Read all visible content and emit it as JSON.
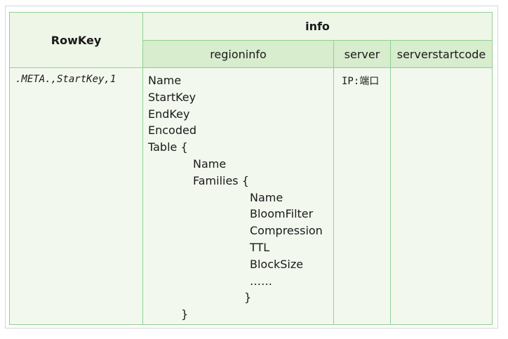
{
  "headers": {
    "rowkey": "RowKey",
    "info": "info",
    "regioninfo": "regioninfo",
    "server": "server",
    "serverstartcode": "serverstartcode"
  },
  "row": {
    "rowkey_value": ".META.,StartKey,1",
    "server_value": "IP:端口",
    "serverstartcode_value": "",
    "regioninfo_lines": [
      "Name",
      "StartKey",
      "EndKey",
      "Encoded",
      "Table {",
      "Name",
      "Families {",
      "Name",
      "BloomFilter",
      "Compression",
      "TTL",
      "BlockSize",
      "……",
      "}",
      "}"
    ]
  },
  "colors": {
    "border": "#8fd18f",
    "header_light": "#eef6e8",
    "header_dark": "#d8ecce",
    "body_bg": "#f3f8ee"
  }
}
